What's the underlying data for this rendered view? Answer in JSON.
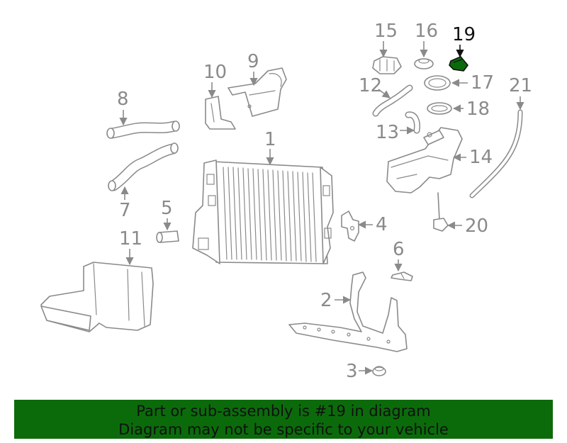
{
  "diagram": {
    "highlighted_part": "19",
    "highlight_color": "#0b6b0b",
    "line_color": "#8a8a8a",
    "callouts": [
      "1",
      "2",
      "3",
      "4",
      "5",
      "6",
      "7",
      "8",
      "9",
      "10",
      "11",
      "12",
      "13",
      "14",
      "15",
      "16",
      "17",
      "18",
      "19",
      "20",
      "21"
    ]
  },
  "banner": {
    "line1": "Part or sub-assembly is #19 in diagram",
    "line2": "Diagram may not be specific to your vehicle",
    "background": "#0b6b0b"
  }
}
